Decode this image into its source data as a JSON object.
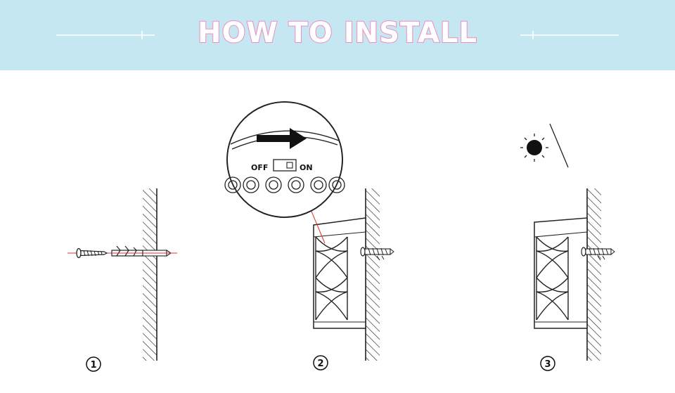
{
  "header": {
    "title": "HOW TO INSTALL"
  },
  "switch": {
    "off_label": "OFF",
    "on_label": "ON"
  },
  "steps": [
    {
      "number": "1"
    },
    {
      "number": "2"
    },
    {
      "number": "3"
    }
  ],
  "colors": {
    "banner": "#c4e7f1",
    "title_stroke": "#f08cbf",
    "guide_line": "#e0302a",
    "ink": "#222222"
  }
}
